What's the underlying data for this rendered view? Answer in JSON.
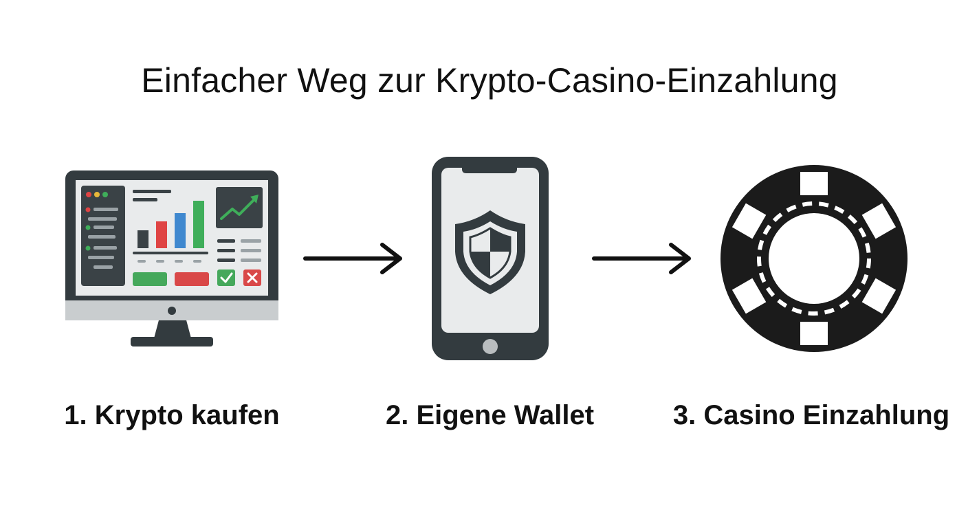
{
  "title": "Einfacher Weg zur Krypto-Casino-Einzahlung",
  "steps": [
    {
      "label": "1. Krypto kaufen",
      "icon": "computer-monitor-trading-icon"
    },
    {
      "label": "2. Eigene Wallet",
      "icon": "smartphone-shield-icon"
    },
    {
      "label": "3. Casino Einzahlung",
      "icon": "casino-chip-icon"
    }
  ],
  "connectors": [
    "arrow-right-icon",
    "arrow-right-icon"
  ],
  "colors": {
    "dark": "#333b3f",
    "screen": "#e9ebec",
    "panel": "#3a4246",
    "bar_red": "#df4444",
    "bar_blue": "#3f88cf",
    "bar_green": "#3fae5a",
    "button_green": "#45a85b",
    "button_red": "#d94848",
    "chip": "#1b1b1b"
  }
}
